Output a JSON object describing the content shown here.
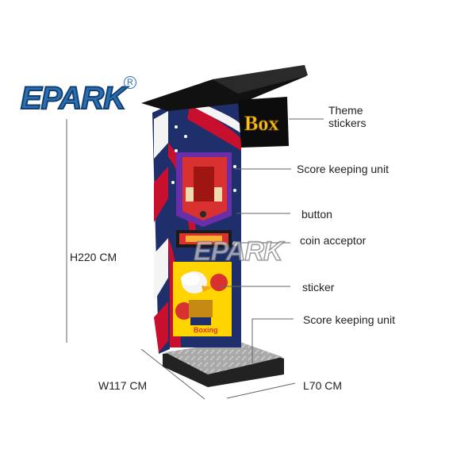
{
  "brand": {
    "name": "EPARK",
    "registered_mark": "R"
  },
  "machine": {
    "header_sign": "Box",
    "bottom_sign": "Boxing"
  },
  "callouts": [
    {
      "id": "theme",
      "line1": "Theme",
      "line2": "stickers"
    },
    {
      "id": "score1",
      "line1": "Score keeping unit"
    },
    {
      "id": "button",
      "line1": "button"
    },
    {
      "id": "coin",
      "line1": "coin acceptor"
    },
    {
      "id": "sticker",
      "line1": "sticker"
    },
    {
      "id": "score2",
      "line1": "Score keeping unit"
    }
  ],
  "dimensions": {
    "height": "H220 CM",
    "width": "W117  CM",
    "length": "L70 CM"
  },
  "colors": {
    "brand_blue": "#2a6fb5",
    "flag_red": "#c8102e",
    "flag_blue": "#1e2f6b",
    "cabinet": "#1a1a1a"
  }
}
